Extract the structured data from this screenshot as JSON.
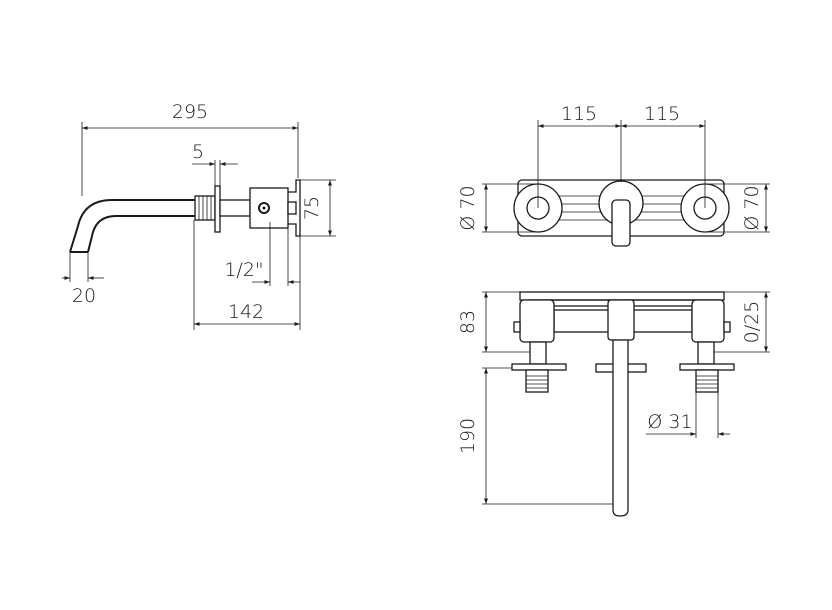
{
  "dimensions": {
    "side_total_length": "295",
    "flange_thickness": "5",
    "body_height": "75",
    "thread": "1/2\"",
    "spout_tip": "20",
    "body_depth": "142",
    "spacing_left": "115",
    "spacing_right": "115",
    "rosette_left": "Ø 70",
    "rosette_right": "Ø 70",
    "height_top": "83",
    "adjust_range": "0/25",
    "spout_length": "190",
    "connector_dia": "Ø 31"
  }
}
